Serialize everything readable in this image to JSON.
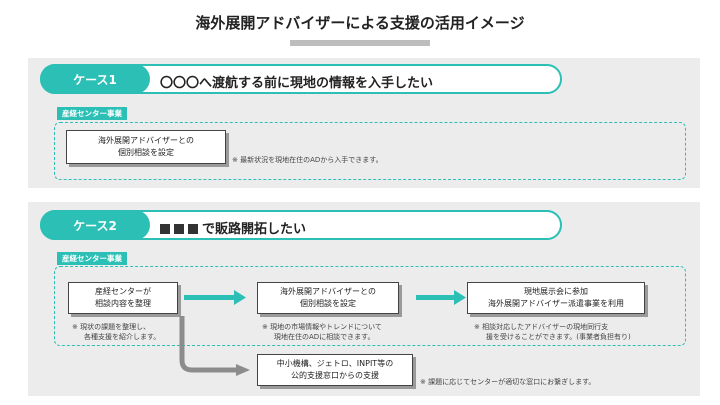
{
  "page_title": "海外展開アドバイザーによる支援の活用イメージ",
  "case1": {
    "label": "ケース1",
    "title": "〇〇〇へ渡航する前に現地の情報を入手したい",
    "category": "産経センター事業",
    "box_line1": "海外展開アドバイザーとの",
    "box_line2": "個別相談を設定",
    "note": "※ 最新状況を現地在住のADから入手できます。"
  },
  "case2": {
    "label": "ケース2",
    "title": "で販路開拓したい",
    "category": "産経センター事業",
    "step1": {
      "line1": "産経センターが",
      "line2": "相談内容を整理",
      "note1": "※ 現状の課題を整理し、",
      "note2": "各種支援を紹介します。"
    },
    "step2": {
      "line1": "海外展開アドバイザーとの",
      "line2": "個別相談を設定",
      "note1": "※ 現地の市場情報やトレンドについて",
      "note2": "現地在住のADに相談できます。"
    },
    "step3": {
      "line1": "現地展示会に参加",
      "line2": "海外展開アドバイザー派遣事業を利用",
      "note1": "※ 相談対応したアドバイザーの現地同行支",
      "note2": "援を受けることができます。(事業者負担有り)"
    },
    "step4": {
      "line1": "中小機構、ジェトロ、INPIT等の",
      "line2": "公的支援窓口からの支援",
      "note": "※ 課題に応じてセンターが適切な窓口にお繋ぎします。"
    }
  },
  "colors": {
    "accent": "#2bbfb5",
    "panel": "#ececec",
    "arrow_gray": "#8c8c8c"
  }
}
